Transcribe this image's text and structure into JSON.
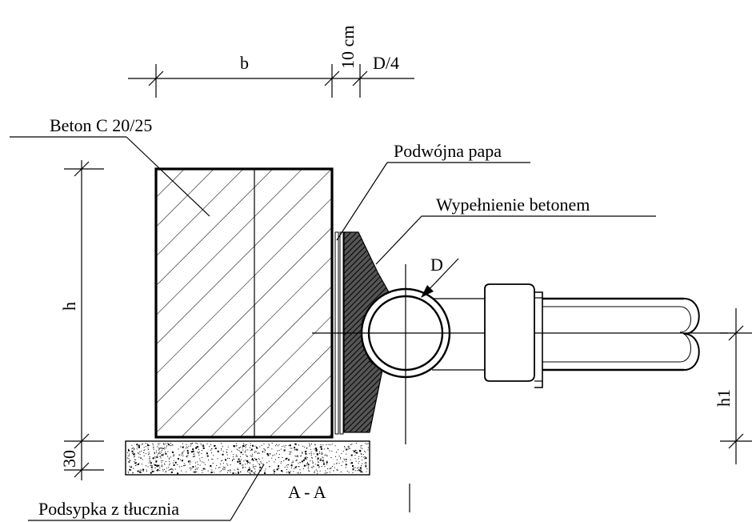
{
  "labels": {
    "dim_b": "b",
    "dim_10cm": "10 cm",
    "dim_d4": "D/4",
    "concrete": "Beton C 20/25",
    "double_felt": "Podwójna papa",
    "fill_concrete": "Wypełnienie betonem",
    "dim_D": "D",
    "dim_h": "h",
    "dim_h1": "h1",
    "dim_30": "30",
    "section": "A - A",
    "bedding": "Podsypka z tłucznia"
  },
  "colors": {
    "ink": "#000000",
    "paper": "#ffffff",
    "fill_dark": "#3a3a3a"
  }
}
